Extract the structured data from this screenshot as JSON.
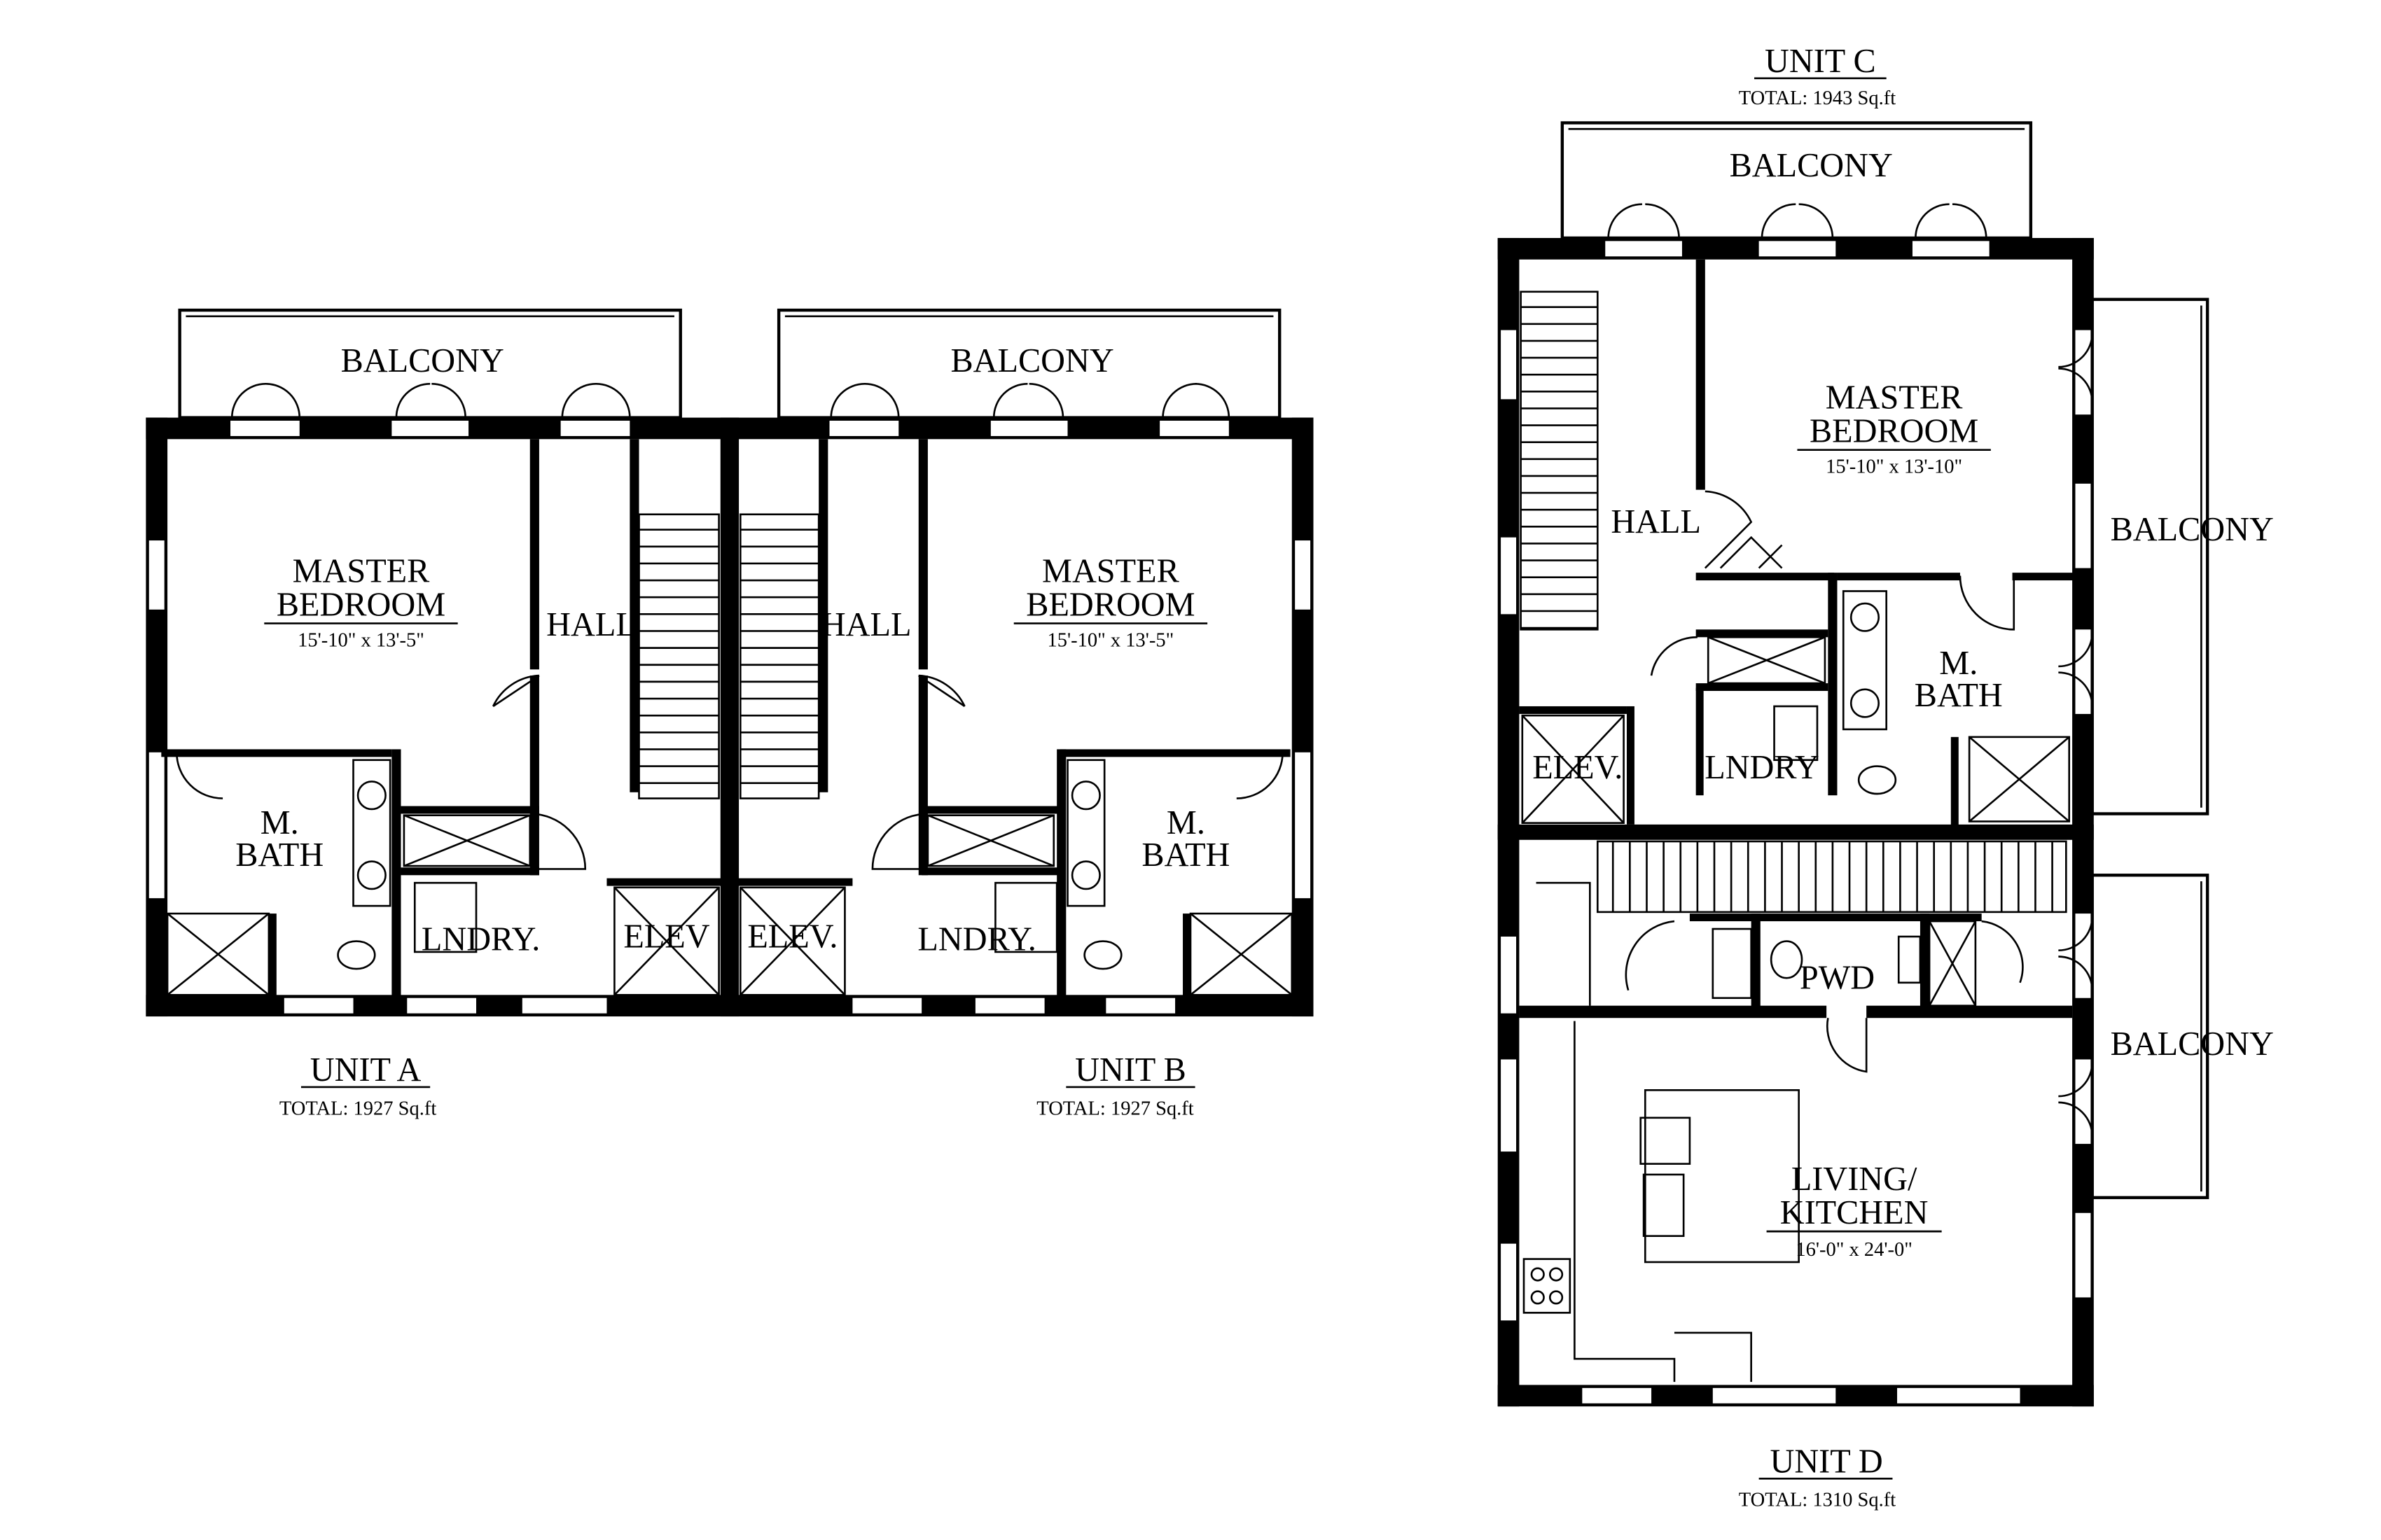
{
  "units": {
    "a": {
      "title": "UNIT A",
      "total": "TOTAL: 1927 Sq.ft"
    },
    "b": {
      "title": "UNIT B",
      "total": "TOTAL: 1927 Sq.ft"
    },
    "c": {
      "title": "UNIT C",
      "total": "TOTAL: 1943 Sq.ft"
    },
    "d": {
      "title": "UNIT D",
      "total": "TOTAL: 1310 Sq.ft"
    }
  },
  "rooms": {
    "a": {
      "balcony": "BALCONY",
      "master1": "MASTER",
      "master2": "BEDROOM",
      "master_dim": "15'-10\" x 13'-5\"",
      "hall": "HALL",
      "bath1": "M.",
      "bath2": "BATH",
      "laundry": "LNDRY.",
      "elev": "ELEV"
    },
    "b": {
      "balcony": "BALCONY",
      "master1": "MASTER",
      "master2": "BEDROOM",
      "master_dim": "15'-10\" x 13'-5\"",
      "hall": "HALL",
      "bath1": "M.",
      "bath2": "BATH",
      "laundry": "LNDRY.",
      "elev": "ELEV."
    },
    "c": {
      "balcony_top": "BALCONY",
      "balcony_side": "BALCONY",
      "master1": "MASTER",
      "master2": "BEDROOM",
      "master_dim": "15'-10\" x 13'-10\"",
      "hall": "HALL",
      "bath1": "M.",
      "bath2": "BATH",
      "laundry": "LNDRY",
      "elev": "ELEV."
    },
    "d": {
      "balcony": "BALCONY",
      "pwd": "PWD",
      "living1": "LIVING/",
      "living2": "KITCHEN",
      "living_dim": "16'-0\" x 24'-0\""
    }
  }
}
